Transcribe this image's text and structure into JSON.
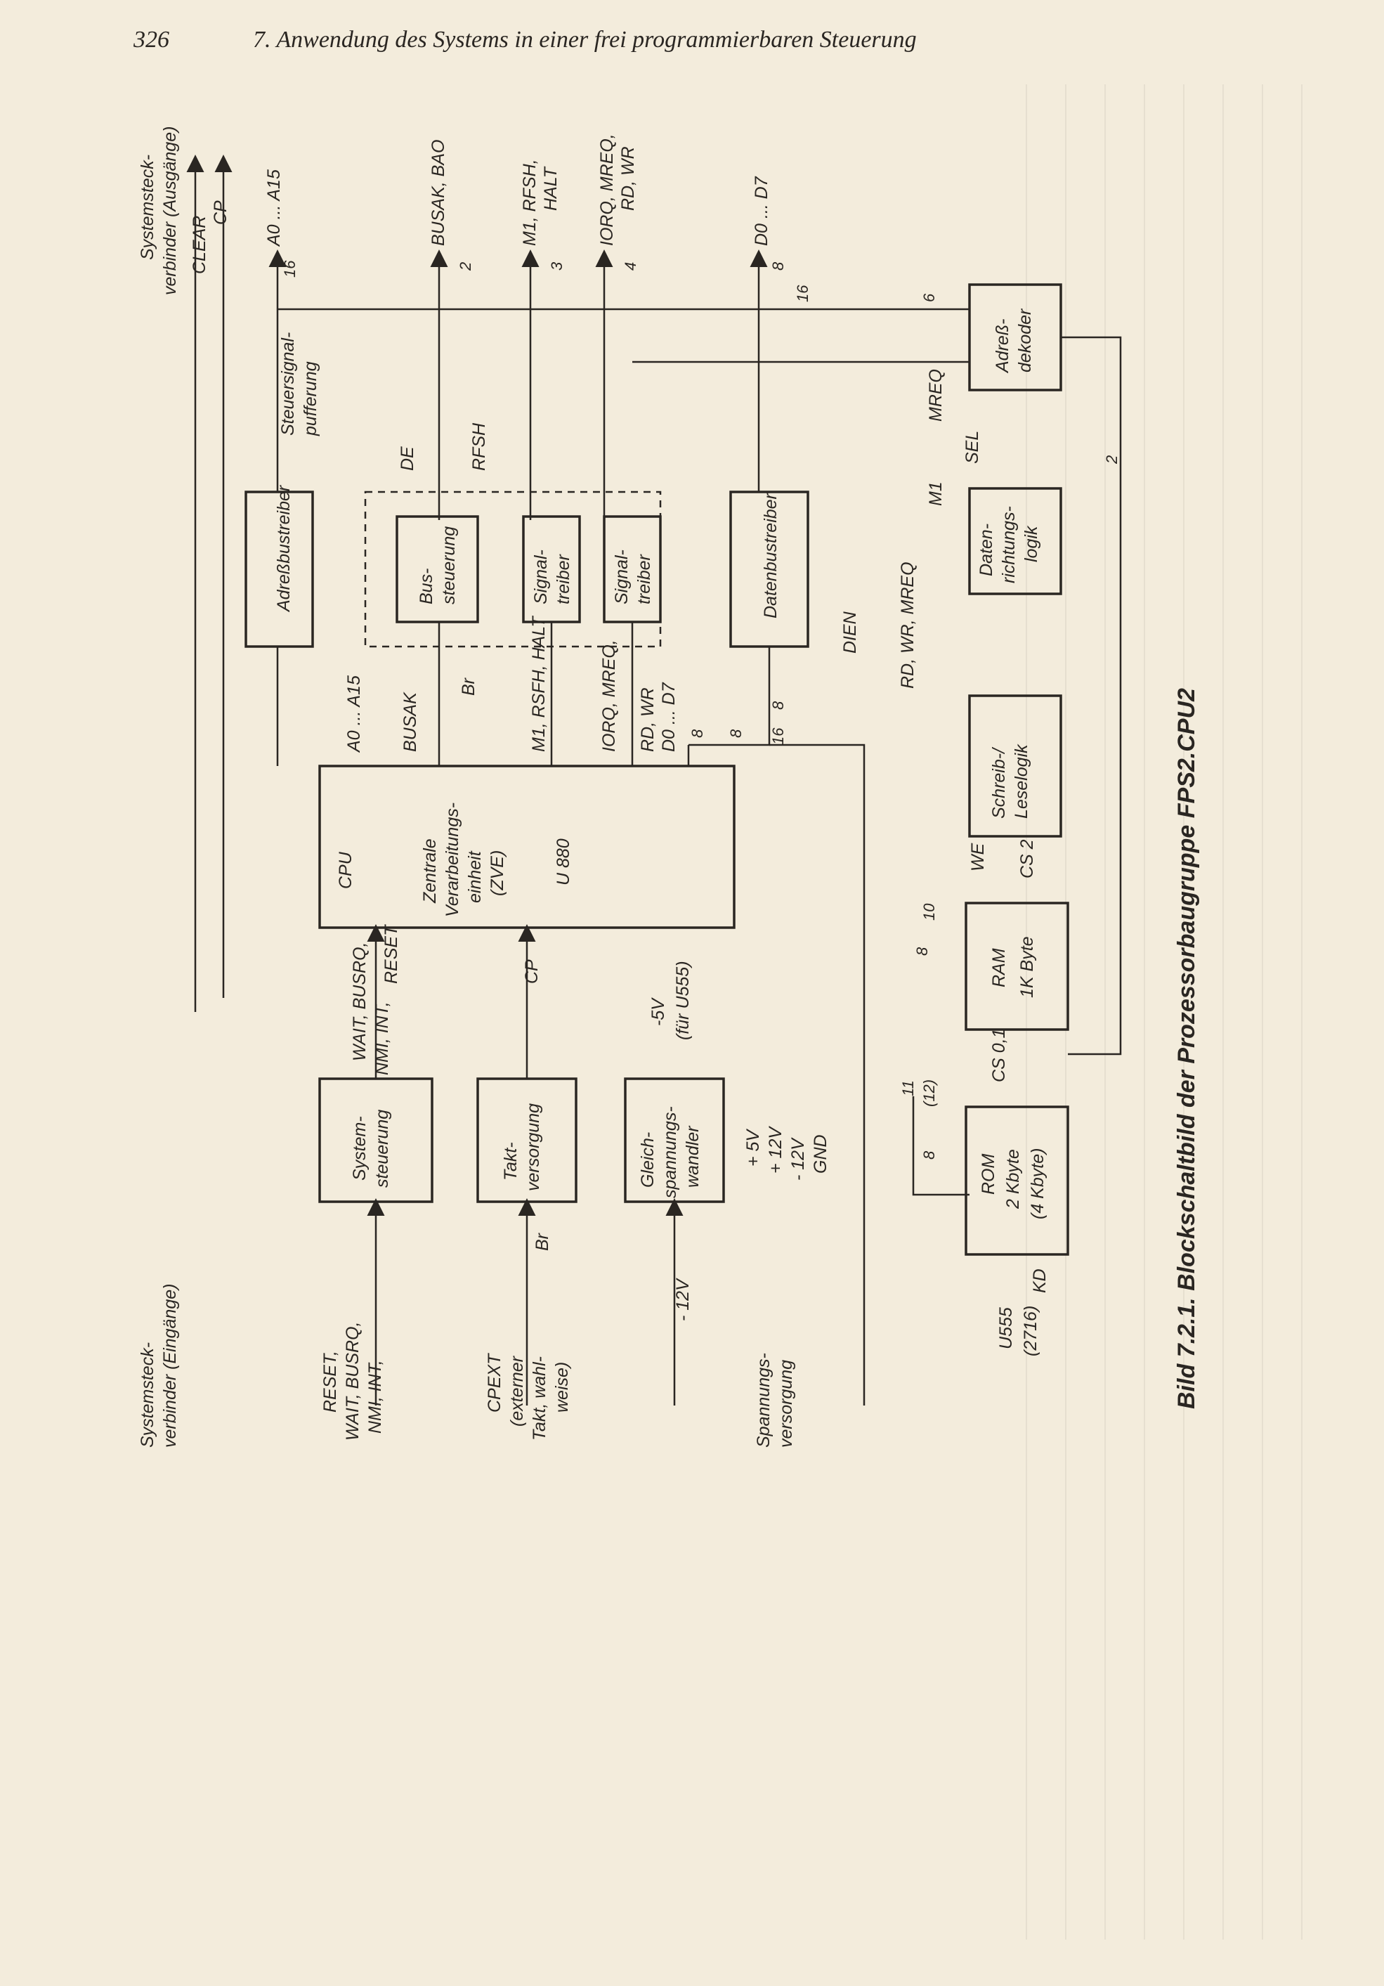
{
  "page": {
    "page_number": "326",
    "running_title": "7. Anwendung des Systems in einer frei programmierbaren Steuerung"
  },
  "figure": {
    "caption": "Bild 7.2.1. Blockschaltbild der Prozessorbaugruppe FPS2.CPU2",
    "connector_out_1": "Systemsteck-",
    "connector_out_2": "verbinder (Ausgänge)",
    "connector_in_1": "Systemsteck-",
    "connector_in_2": "verbinder (Eingänge)",
    "blocks": {
      "adressbustreiber": "Adreßbustreiber",
      "bus_1": "Bus-",
      "bus_2": "steuerung",
      "signal1_1": "Signal-",
      "signal1_2": "treiber",
      "signal2_1": "Signal-",
      "signal2_2": "treiber",
      "datenbus": "Datenbustreiber",
      "adress_1": "Adreß-",
      "adress_2": "dekoder",
      "daten_1": "Daten-",
      "daten_2": "richtungs-",
      "daten_3": "logik",
      "schreib_1": "Schreib-/",
      "schreib_2": "Leselogik",
      "ram_1": "RAM",
      "ram_2": "1K Byte",
      "rom_1": "ROM",
      "rom_2": "2 Kbyte",
      "rom_3": "(4 Kbyte)",
      "cpu_1": "CPU",
      "cpu_2": "Zentrale",
      "cpu_3": "Verarbeitungs-",
      "cpu_4": "einheit",
      "cpu_5": "(ZVE)",
      "cpu_6": "U 880",
      "sys_1": "System-",
      "sys_2": "steuerung",
      "takt_1": "Takt-",
      "takt_2": "versorgung",
      "gleich_1": "Gleich-",
      "gleich_2": "spannungs-",
      "gleich_3": "wandler"
    },
    "signals": {
      "clear": "CLEAR",
      "cp": "CP",
      "a0_a15": "A0 ... A15",
      "busak_bao": "BUSAK, BAO",
      "m1_rfsh": "M1, RFSH,",
      "halt": "HALT",
      "iorq_mreq": "IORQ, MREQ,",
      "rd_wr": "RD, WR",
      "d0_d7": "D0 ... D7",
      "steuersignal_1": "Steuersignal-",
      "steuersignal_2": "pufferung",
      "de": "DE",
      "rfsh": "RFSH",
      "busak": "BUSAK",
      "br": "Br",
      "cpu_m1": "M1, RSFH, HALT",
      "cpu_iorq": "IORQ, MREQ,",
      "cpu_rd": "RD, WR",
      "cpu_d": "D0 ... D7",
      "cpu_a": "A0 ... A15",
      "dien": "DIEN",
      "rd_wr_mreq": "RD, WR, MREQ",
      "m1": "M1",
      "sel": "SEL",
      "mreq": "MREQ",
      "we": "WE",
      "cs2": "CS 2",
      "cs01": "CS 0,1",
      "wait": "WAIT, BUSRQ,",
      "nmi": "NMI, INT,",
      "reset": "RESET",
      "cp_in": "CP",
      "m5v": "-5V",
      "fur_u555": "(für U555)",
      "p5v": "+ 5V",
      "p12v": "+ 12V",
      "m12v": "- 12V",
      "gnd": "GND",
      "m12v_in": "- 12V",
      "in_reset": "RESET,",
      "in_wait": "WAIT, BUSRQ,",
      "in_nmi": "NMI, INT,",
      "cpext": "CPEXT",
      "cpext_2": "(externer",
      "cpext_3": "Takt, wahl-",
      "cpext_4": "weise)",
      "br_in": "Br",
      "spannungs_1": "Spannungs-",
      "spannungs_2": "versorgung",
      "u555": "U555",
      "u2716": "(2716)",
      "kd": "KD",
      "n16": "16",
      "n2": "2",
      "n3": "3",
      "n4": "4",
      "n8": "8",
      "n8b": "8",
      "n8c": "8",
      "n8d": "8",
      "n8e": "8",
      "n8f": "8",
      "n16b": "16",
      "n16c": "16",
      "n6": "6",
      "n2b": "2",
      "n10": "10",
      "n11": "11",
      "n12": "(12)"
    }
  }
}
